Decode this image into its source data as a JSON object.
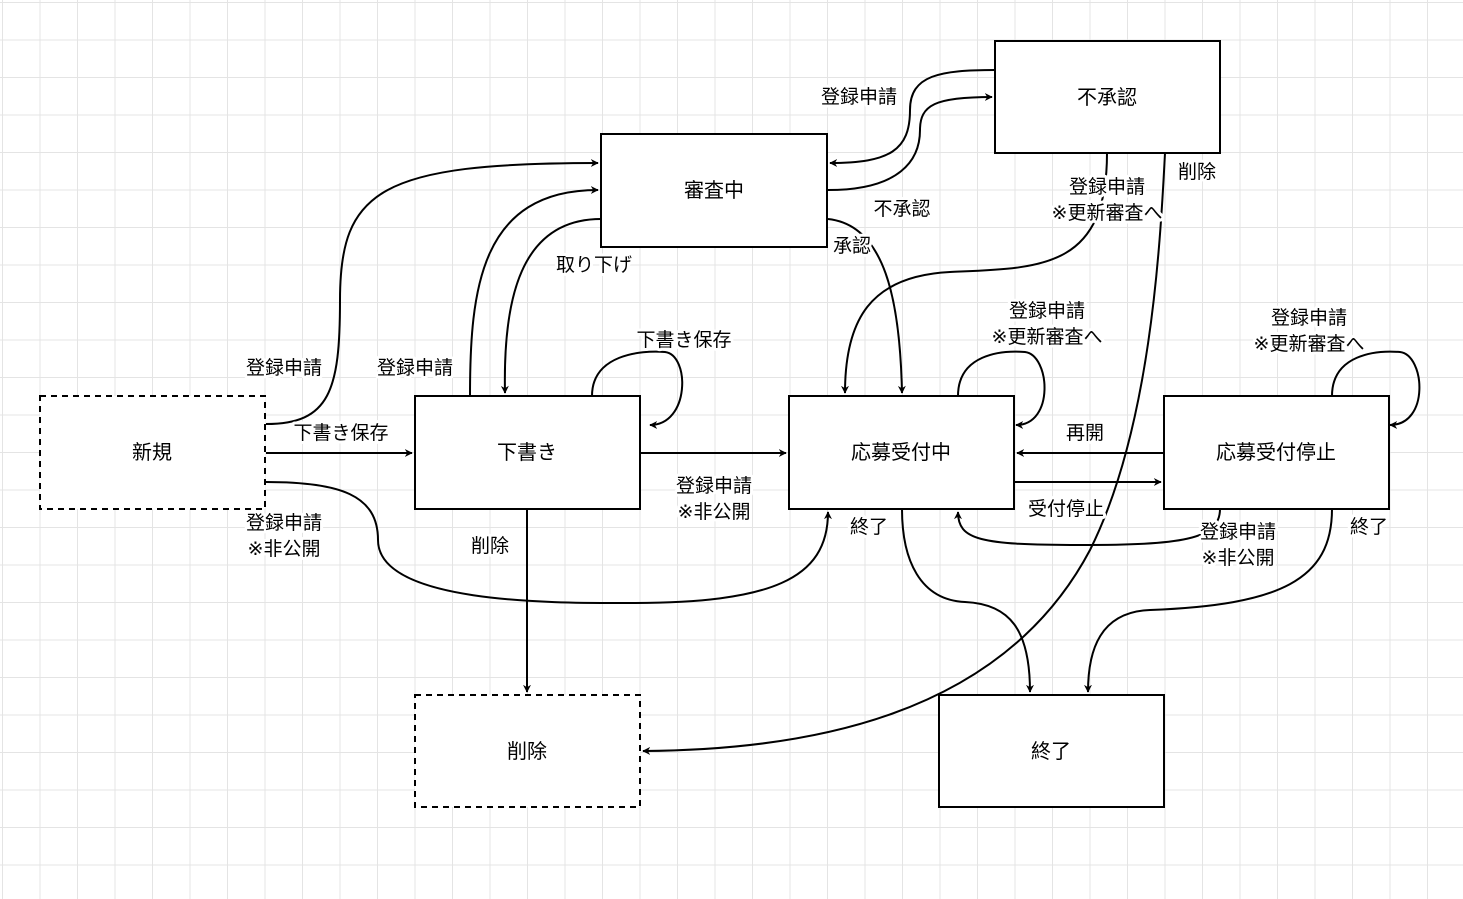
{
  "nodes": {
    "shinki": "新規",
    "shitagaki": "下書き",
    "shinsachu": "審査中",
    "fushonin": "不承認",
    "oboshuchu": "応募受付中",
    "oboteishi": "応募受付停止",
    "sakujo": "削除",
    "shuryo": "終了"
  },
  "edges": {
    "shinki_to_shinsa": "登録申請",
    "shinki_to_shitagaki": "下書き保存",
    "shinki_to_obo_1": "登録申請",
    "shinki_to_obo_2": "※非公開",
    "shitagaki_to_shinsa": "登録申請",
    "shinsa_to_shitagaki": "取り下げ",
    "shitagaki_self": "下書き保存",
    "shitagaki_to_obo_1": "登録申請",
    "shitagaki_to_obo_2": "※非公開",
    "shitagaki_to_sakujo": "削除",
    "shinsa_to_fushonin": "不承認",
    "fushonin_to_shinsa": "登録申請",
    "shinsa_to_obo": "承認",
    "fushonin_to_obo_1": "登録申請",
    "fushonin_to_obo_2": "※更新審査へ",
    "fushonin_to_sakujo": "削除",
    "obo_self_1": "登録申請",
    "obo_self_2": "※更新審査へ",
    "obo_to_teishi": "受付停止",
    "teishi_to_obo": "再開",
    "teishi_to_obo_sub_1": "登録申請",
    "teishi_to_obo_sub_2": "※非公開",
    "teishi_self_1": "登録申請",
    "teishi_self_2": "※更新審査へ",
    "obo_to_shuryo": "終了",
    "teishi_to_shuryo": "終了"
  }
}
